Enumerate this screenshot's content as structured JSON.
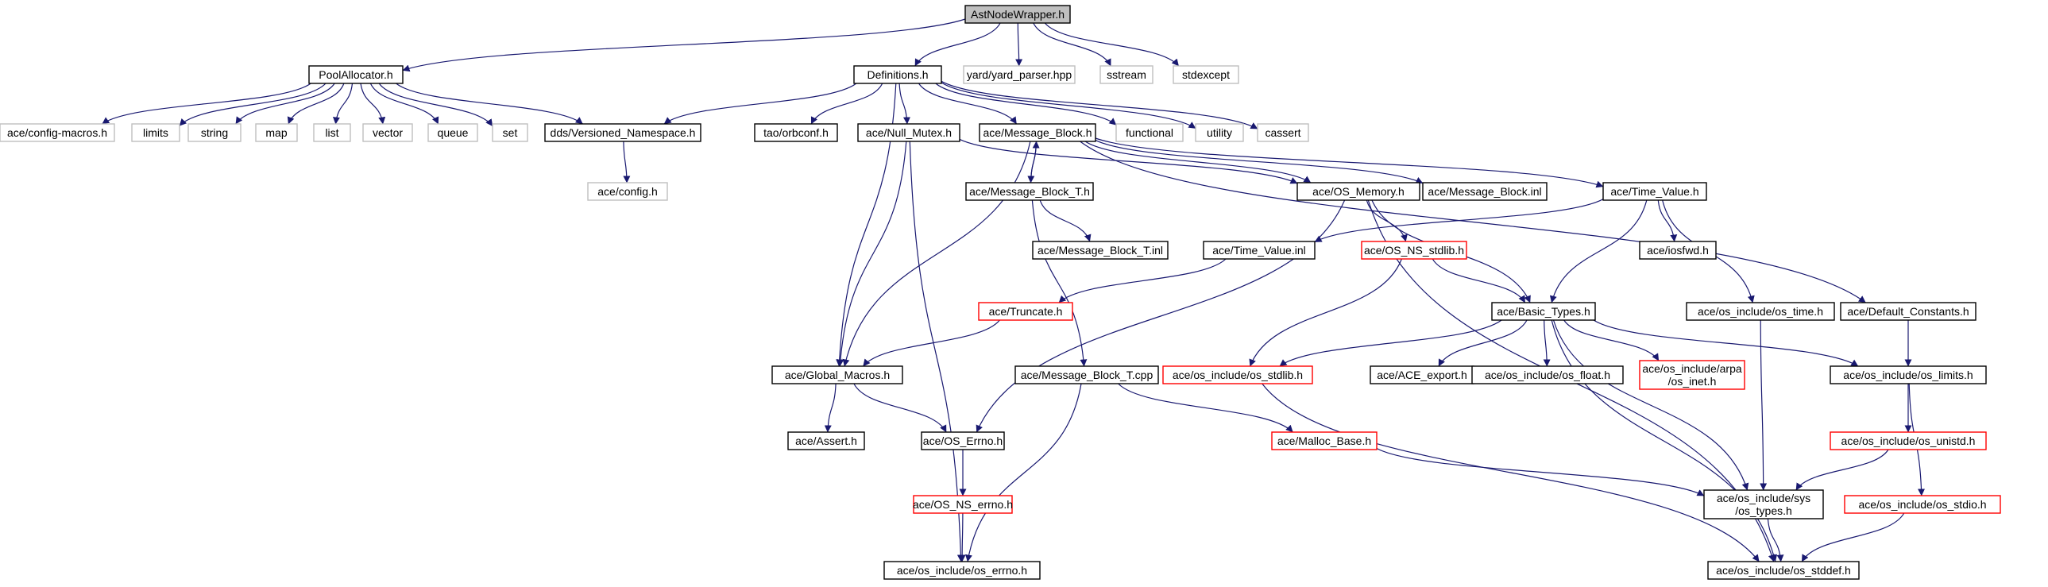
{
  "colors": {
    "edge": "#191970",
    "box_default": "#000000",
    "box_system": "#bfbfbf",
    "box_partial": "#ff0000",
    "root_fill": "#bfbfbf"
  },
  "nodes": [
    {
      "id": "root",
      "lines": [
        "AstNodeWrapper.h"
      ],
      "style": "root"
    },
    {
      "id": "pool",
      "lines": [
        "PoolAllocator.h"
      ],
      "style": "default"
    },
    {
      "id": "defs",
      "lines": [
        "Definitions.h"
      ],
      "style": "default"
    },
    {
      "id": "yard",
      "lines": [
        "yard/yard_parser.hpp"
      ],
      "style": "system"
    },
    {
      "id": "sstream",
      "lines": [
        "sstream"
      ],
      "style": "system"
    },
    {
      "id": "stdexcept",
      "lines": [
        "stdexcept"
      ],
      "style": "system"
    },
    {
      "id": "cfgmacros",
      "lines": [
        "ace/config-macros.h"
      ],
      "style": "system"
    },
    {
      "id": "limits",
      "lines": [
        "limits"
      ],
      "style": "system"
    },
    {
      "id": "string",
      "lines": [
        "string"
      ],
      "style": "system"
    },
    {
      "id": "map",
      "lines": [
        "map"
      ],
      "style": "system"
    },
    {
      "id": "list",
      "lines": [
        "list"
      ],
      "style": "system"
    },
    {
      "id": "vector",
      "lines": [
        "vector"
      ],
      "style": "system"
    },
    {
      "id": "queue",
      "lines": [
        "queue"
      ],
      "style": "system"
    },
    {
      "id": "set",
      "lines": [
        "set"
      ],
      "style": "system"
    },
    {
      "id": "vns",
      "lines": [
        "dds/Versioned_Namespace.h"
      ],
      "style": "default"
    },
    {
      "id": "orbconf",
      "lines": [
        "tao/orbconf.h"
      ],
      "style": "default"
    },
    {
      "id": "nullmutex",
      "lines": [
        "ace/Null_Mutex.h"
      ],
      "style": "default"
    },
    {
      "id": "msgblock",
      "lines": [
        "ace/Message_Block.h"
      ],
      "style": "default"
    },
    {
      "id": "functional",
      "lines": [
        "functional"
      ],
      "style": "system"
    },
    {
      "id": "utility",
      "lines": [
        "utility"
      ],
      "style": "system"
    },
    {
      "id": "cassert",
      "lines": [
        "cassert"
      ],
      "style": "system"
    },
    {
      "id": "config",
      "lines": [
        "ace/config.h"
      ],
      "style": "system"
    },
    {
      "id": "mbt",
      "lines": [
        "ace/Message_Block_T.h"
      ],
      "style": "default"
    },
    {
      "id": "osmem",
      "lines": [
        "ace/OS_Memory.h"
      ],
      "style": "default"
    },
    {
      "id": "mbinl",
      "lines": [
        "ace/Message_Block.inl"
      ],
      "style": "default"
    },
    {
      "id": "timevalue",
      "lines": [
        "ace/Time_Value.h"
      ],
      "style": "default"
    },
    {
      "id": "mbtinl",
      "lines": [
        "ace/Message_Block_T.inl"
      ],
      "style": "default"
    },
    {
      "id": "tvinl",
      "lines": [
        "ace/Time_Value.inl"
      ],
      "style": "default"
    },
    {
      "id": "nsstdlib",
      "lines": [
        "ace/OS_NS_stdlib.h"
      ],
      "style": "partial"
    },
    {
      "id": "iosfwd",
      "lines": [
        "ace/iosfwd.h"
      ],
      "style": "default"
    },
    {
      "id": "truncate",
      "lines": [
        "ace/Truncate.h"
      ],
      "style": "partial"
    },
    {
      "id": "basictypes",
      "lines": [
        "ace/Basic_Types.h"
      ],
      "style": "default"
    },
    {
      "id": "ostime",
      "lines": [
        "ace/os_include/os_time.h"
      ],
      "style": "default"
    },
    {
      "id": "defconst",
      "lines": [
        "ace/Default_Constants.h"
      ],
      "style": "default"
    },
    {
      "id": "globalmacros",
      "lines": [
        "ace/Global_Macros.h"
      ],
      "style": "default"
    },
    {
      "id": "mbtcpp",
      "lines": [
        "ace/Message_Block_T.cpp"
      ],
      "style": "default"
    },
    {
      "id": "osstdlib",
      "lines": [
        "ace/os_include/os_stdlib.h"
      ],
      "style": "partial"
    },
    {
      "id": "aceexport",
      "lines": [
        "ace/ACE_export.h"
      ],
      "style": "default"
    },
    {
      "id": "osfloat",
      "lines": [
        "ace/os_include/os_float.h"
      ],
      "style": "default"
    },
    {
      "id": "osinet",
      "lines": [
        "ace/os_include/arpa",
        "/os_inet.h"
      ],
      "style": "partial"
    },
    {
      "id": "oslimits",
      "lines": [
        "ace/os_include/os_limits.h"
      ],
      "style": "default"
    },
    {
      "id": "assert",
      "lines": [
        "ace/Assert.h"
      ],
      "style": "default"
    },
    {
      "id": "oserrno",
      "lines": [
        "ace/OS_Errno.h"
      ],
      "style": "default"
    },
    {
      "id": "mallocbase",
      "lines": [
        "ace/Malloc_Base.h"
      ],
      "style": "partial"
    },
    {
      "id": "osunistd",
      "lines": [
        "ace/os_include/os_unistd.h"
      ],
      "style": "partial"
    },
    {
      "id": "nserrno",
      "lines": [
        "ace/OS_NS_errno.h"
      ],
      "style": "partial"
    },
    {
      "id": "systypes",
      "lines": [
        "ace/os_include/sys",
        "/os_types.h"
      ],
      "style": "default"
    },
    {
      "id": "osstdio",
      "lines": [
        "ace/os_include/os_stdio.h"
      ],
      "style": "partial"
    },
    {
      "id": "oserrnoh",
      "lines": [
        "ace/os_include/os_errno.h"
      ],
      "style": "default"
    },
    {
      "id": "osstddef",
      "lines": [
        "ace/os_include/os_stddef.h"
      ],
      "style": "default"
    }
  ],
  "edges": [
    [
      "root",
      "pool"
    ],
    [
      "root",
      "defs"
    ],
    [
      "root",
      "yard"
    ],
    [
      "root",
      "sstream"
    ],
    [
      "root",
      "stdexcept"
    ],
    [
      "pool",
      "cfgmacros"
    ],
    [
      "pool",
      "limits"
    ],
    [
      "pool",
      "string"
    ],
    [
      "pool",
      "map"
    ],
    [
      "pool",
      "list"
    ],
    [
      "pool",
      "vector"
    ],
    [
      "pool",
      "queue"
    ],
    [
      "pool",
      "set"
    ],
    [
      "pool",
      "vns"
    ],
    [
      "defs",
      "vns"
    ],
    [
      "defs",
      "orbconf"
    ],
    [
      "defs",
      "nullmutex"
    ],
    [
      "defs",
      "msgblock"
    ],
    [
      "defs",
      "functional"
    ],
    [
      "defs",
      "utility"
    ],
    [
      "defs",
      "cassert"
    ],
    [
      "defs",
      "globalmacros"
    ],
    [
      "vns",
      "config"
    ],
    [
      "nullmutex",
      "globalmacros"
    ],
    [
      "nullmutex",
      "osmem"
    ],
    [
      "nullmutex",
      "oserrnoh"
    ],
    [
      "msgblock",
      "mbt"
    ],
    [
      "msgblock",
      "osmem"
    ],
    [
      "msgblock",
      "mbinl"
    ],
    [
      "msgblock",
      "timevalue"
    ],
    [
      "msgblock",
      "defconst"
    ],
    [
      "msgblock",
      "globalmacros"
    ],
    [
      "mbt",
      "msgblock"
    ],
    [
      "mbt",
      "mbtinl"
    ],
    [
      "mbt",
      "mbtcpp"
    ],
    [
      "osmem",
      "nsstdlib"
    ],
    [
      "osmem",
      "basictypes"
    ],
    [
      "osmem",
      "oserrno"
    ],
    [
      "osmem",
      "osstddef"
    ],
    [
      "timevalue",
      "tvinl"
    ],
    [
      "timevalue",
      "iosfwd"
    ],
    [
      "timevalue",
      "basictypes"
    ],
    [
      "timevalue",
      "ostime"
    ],
    [
      "tvinl",
      "truncate"
    ],
    [
      "truncate",
      "globalmacros"
    ],
    [
      "nsstdlib",
      "basictypes"
    ],
    [
      "nsstdlib",
      "osstdlib"
    ],
    [
      "basictypes",
      "osstdlib"
    ],
    [
      "basictypes",
      "aceexport"
    ],
    [
      "basictypes",
      "osfloat"
    ],
    [
      "basictypes",
      "osinet"
    ],
    [
      "basictypes",
      "oslimits"
    ],
    [
      "basictypes",
      "systypes"
    ],
    [
      "basictypes",
      "osstddef"
    ],
    [
      "ostime",
      "systypes"
    ],
    [
      "defconst",
      "oslimits"
    ],
    [
      "globalmacros",
      "assert"
    ],
    [
      "globalmacros",
      "oserrno"
    ],
    [
      "mbtcpp",
      "mallocbase"
    ],
    [
      "mbtcpp",
      "oserrnoh"
    ],
    [
      "osstdlib",
      "osstddef"
    ],
    [
      "oslimits",
      "osunistd"
    ],
    [
      "oslimits",
      "osstdio"
    ],
    [
      "oserrno",
      "nserrno"
    ],
    [
      "nserrno",
      "oserrnoh"
    ],
    [
      "mallocbase",
      "systypes"
    ],
    [
      "osunistd",
      "systypes"
    ],
    [
      "systypes",
      "osstddef"
    ],
    [
      "osstdio",
      "osstddef"
    ]
  ]
}
